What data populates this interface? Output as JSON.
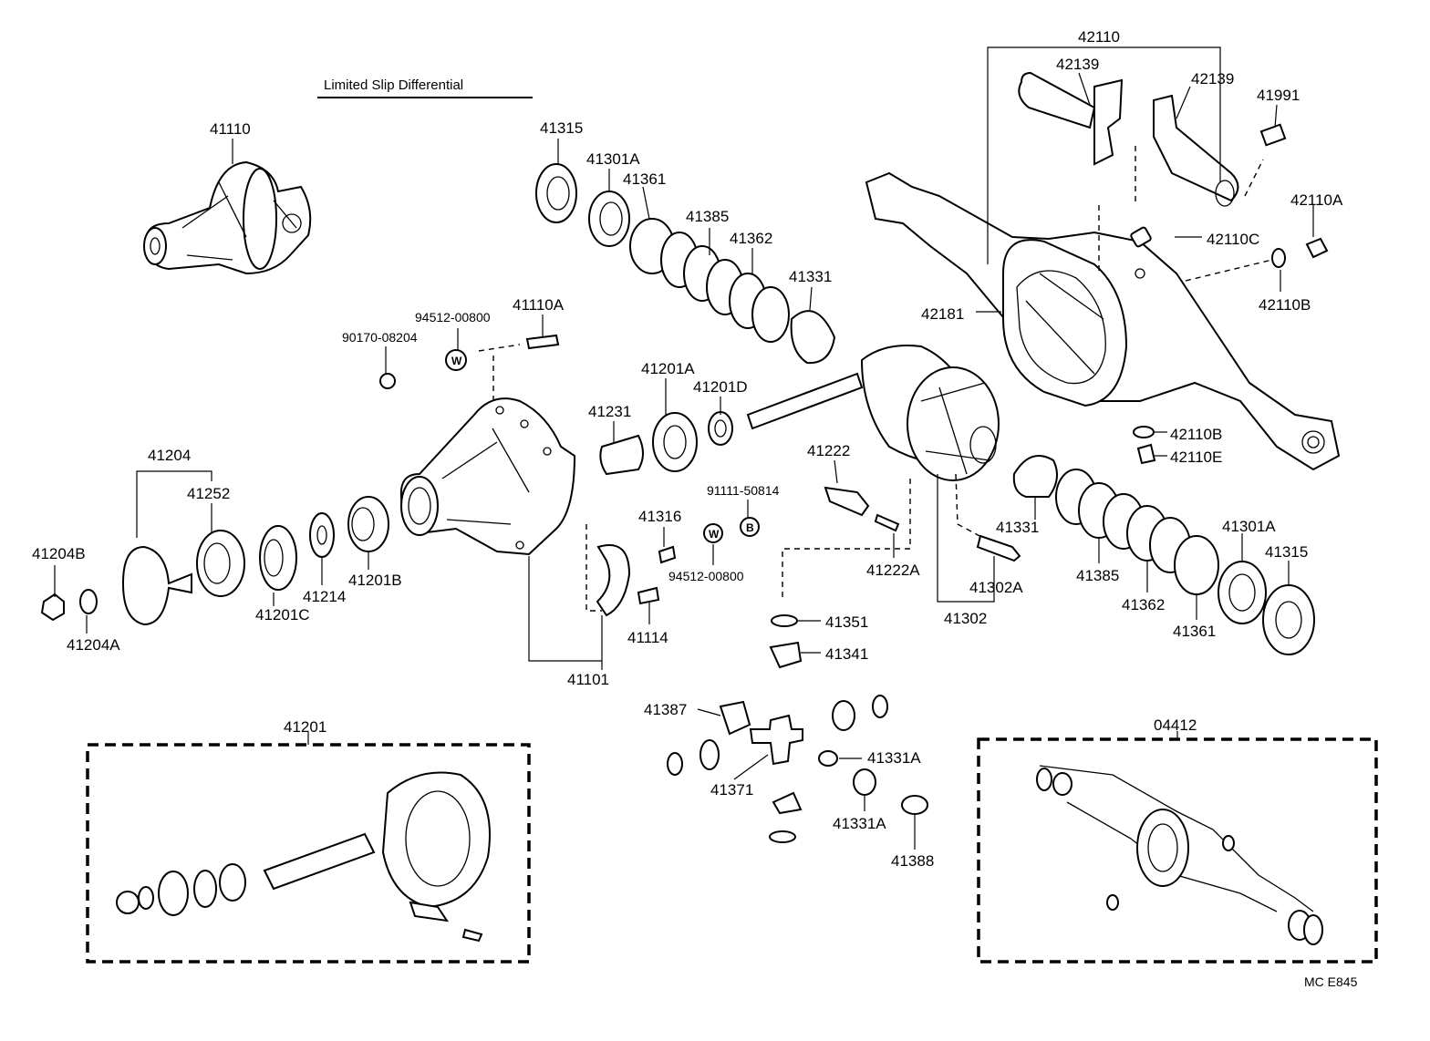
{
  "title": "Limited Slip Differential",
  "footer": "MC  E845",
  "symbols": {
    "washer": "W",
    "bolt": "B"
  },
  "labels": {
    "p42110_top": "42110",
    "p42139_a": "42139",
    "p42139_b": "42139",
    "p41991": "41991",
    "p42110A": "42110A",
    "p42110C": "42110C",
    "p42110B_a": "42110B",
    "p42181": "42181",
    "p42110B_b": "42110B",
    "p42110E": "42110E",
    "p41110": "41110",
    "p41315_a": "41315",
    "p41301A_a": "41301A",
    "p41361_a": "41361",
    "p41385_a": "41385",
    "p41362_a": "41362",
    "p41331_a": "41331",
    "p94512_a": "94512-00800",
    "p41110A": "41110A",
    "p90170": "90170-08204",
    "p41201A": "41201A",
    "p41201D": "41201D",
    "p41231": "41231",
    "p41222": "41222",
    "p41204": "41204",
    "p41252": "41252",
    "p41204B": "41204B",
    "p41204A": "41204A",
    "p41201C": "41201C",
    "p41214": "41214",
    "p41201B": "41201B",
    "p91111": "91111-50814",
    "p41316": "41316",
    "p94512_b": "94512-00800",
    "p41114": "41114",
    "p41101": "41101",
    "p41222A": "41222A",
    "p41302A": "41302A",
    "p41302": "41302",
    "p41331_b": "41331",
    "p41385_b": "41385",
    "p41362_b": "41362",
    "p41361_b": "41361",
    "p41301A_b": "41301A",
    "p41315_b": "41315",
    "p41351": "41351",
    "p41341": "41341",
    "p41387": "41387",
    "p41371": "41371",
    "p41331A_a": "41331A",
    "p41331A_b": "41331A",
    "p41388": "41388",
    "p41201_box": "41201",
    "p04412": "04412"
  }
}
